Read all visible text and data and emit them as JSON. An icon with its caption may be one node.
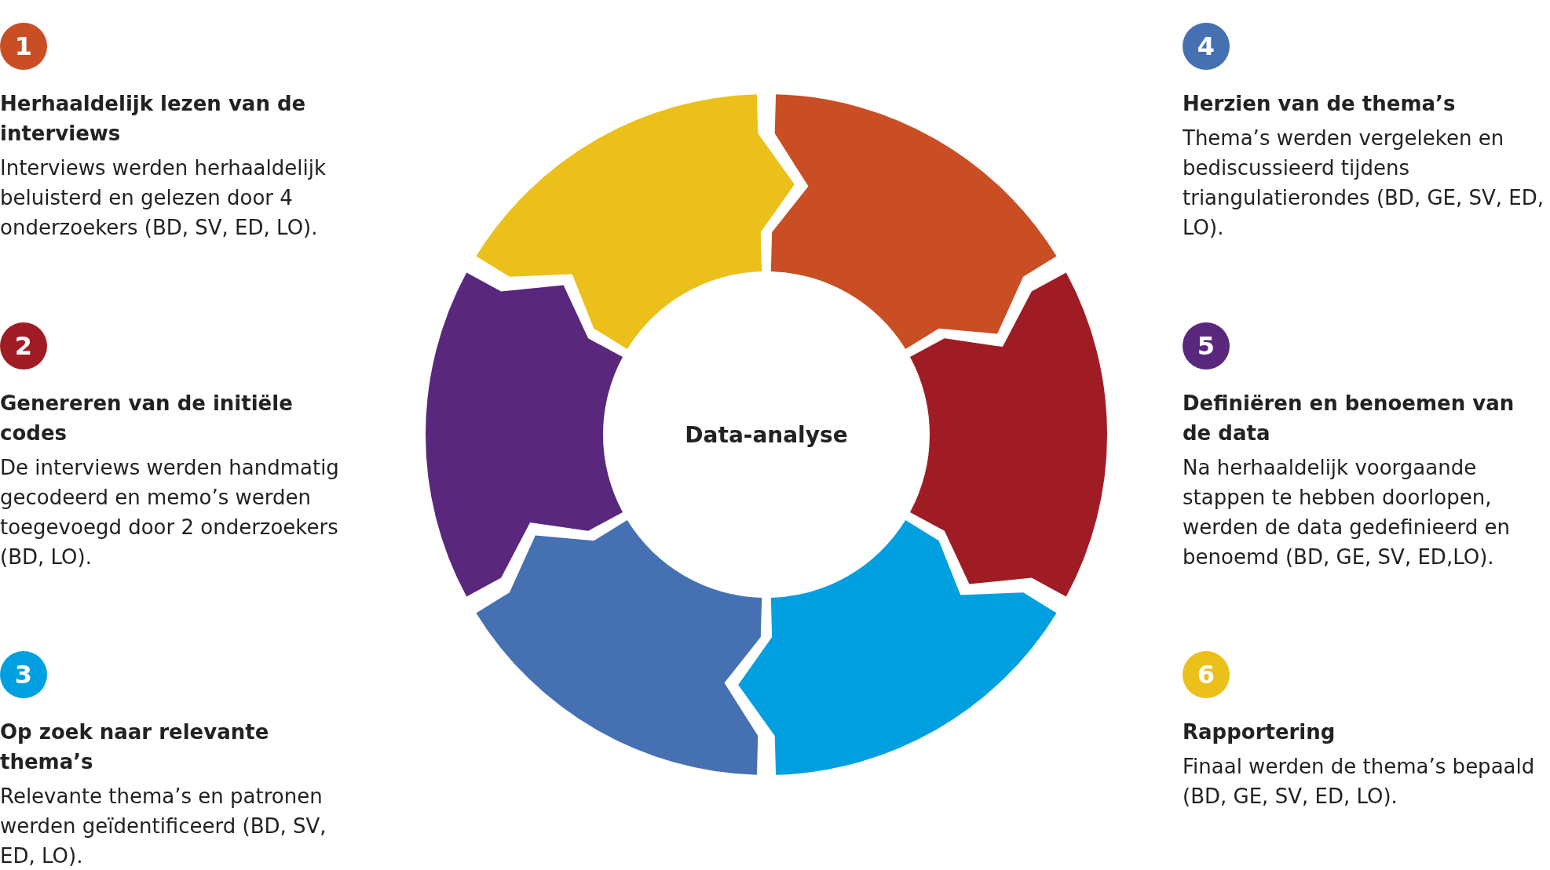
{
  "diagram": {
    "nodes": [
      {
        "text": [
          "1"
        ],
        "beside": [
          "Herhaaldelijk lezen van de interviews",
          "Interviews werden herhaaldelijk beluisterd en gelezen door 4 onderzoekers (BD, SV, ED, LO)."
        ]
      },
      {
        "text": [
          "2"
        ],
        "beside": [
          "Genereren van de initiële codes",
          "De interviews werden handmatig gecodeerd en memo’s werden toegevoegd door 2 onderzoekers (BD, LO)."
        ]
      },
      {
        "text": [
          "3"
        ],
        "beside": [
          "Op zoek naar relevante thema’s",
          "Relevante thema’s en patronen werden geïdentificeerd (BD, SV, ED, LO)."
        ]
      },
      {
        "text": [
          "4"
        ],
        "beside": [
          "Herzien van de thema’s",
          "Thema’s werden vergeleken en bediscussieerd tijdens triangulatierondes (BD, GE, SV, ED, LO)."
        ]
      },
      {
        "text": [
          "5"
        ],
        "beside": [
          "Definiëren en benoemen van de data",
          "Na herhaaldelijk voorgaande stappen te hebben doorlopen, werden de data gedefinieerd en benoemd (BD, GE, SV, ED,LO)."
        ]
      },
      {
        "text": [
          "6"
        ],
        "beside": [
          "Rapportering",
          "Finaal werden de thema’s bepaald (BD, GE, SV, ED, LO)."
        ]
      },
      {
        "text": [
          "Data-analyse"
        ]
      },
      {
        "text": [],
        "shape": "arrow"
      },
      {
        "text": [],
        "shape": "arrow"
      },
      {
        "text": [],
        "shape": "arrow"
      },
      {
        "text": [],
        "shape": "arrow"
      },
      {
        "text": [],
        "shape": "arrow"
      },
      {
        "text": [],
        "shape": "arrow"
      }
    ]
  }
}
